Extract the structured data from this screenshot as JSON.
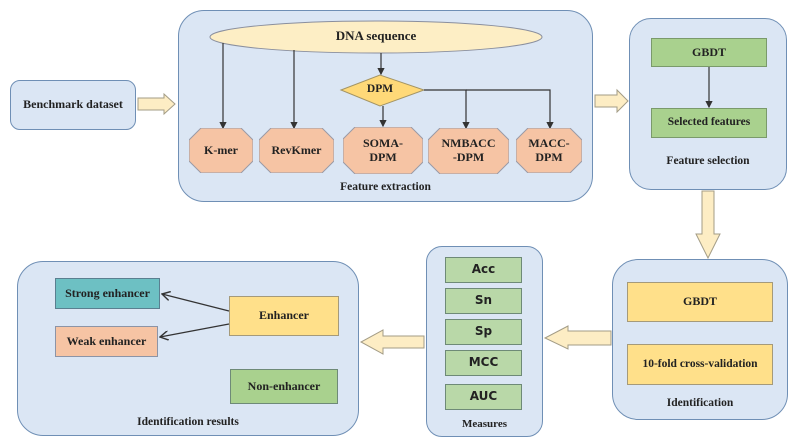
{
  "diagram": {
    "benchmark": {
      "label": "Benchmark dataset"
    },
    "feature_extraction": {
      "title": "Feature extraction",
      "source": "DNA sequence",
      "decision": "DPM",
      "methods": [
        "K-mer",
        "RevKmer",
        "SOMA-\nDPM",
        "NMBACC\n-DPM",
        "MACC-\nDPM"
      ]
    },
    "feature_selection": {
      "title": "Feature selection",
      "algorithm": "GBDT",
      "output": "Selected features"
    },
    "identification": {
      "title": "Identification",
      "algorithm": "GBDT",
      "validation": "10-fold cross-validation"
    },
    "measures": {
      "title": "Measures",
      "items": [
        "Acc",
        "Sn",
        "Sp",
        "MCC",
        "AUC"
      ]
    },
    "results": {
      "title": "Identification results",
      "enhancer": "Enhancer",
      "strong": "Strong enhancer",
      "weak": "Weak enhancer",
      "non": "Non-enhancer"
    },
    "colors": {
      "panel": "#dbe6f4",
      "panel_border": "#6f8fb5",
      "octagon": "#f6c4a4",
      "green": "#a9d18e",
      "yellow": "#ffe08a",
      "teal": "#6dc0c3",
      "flow_arrow": "#fdedc4"
    }
  }
}
